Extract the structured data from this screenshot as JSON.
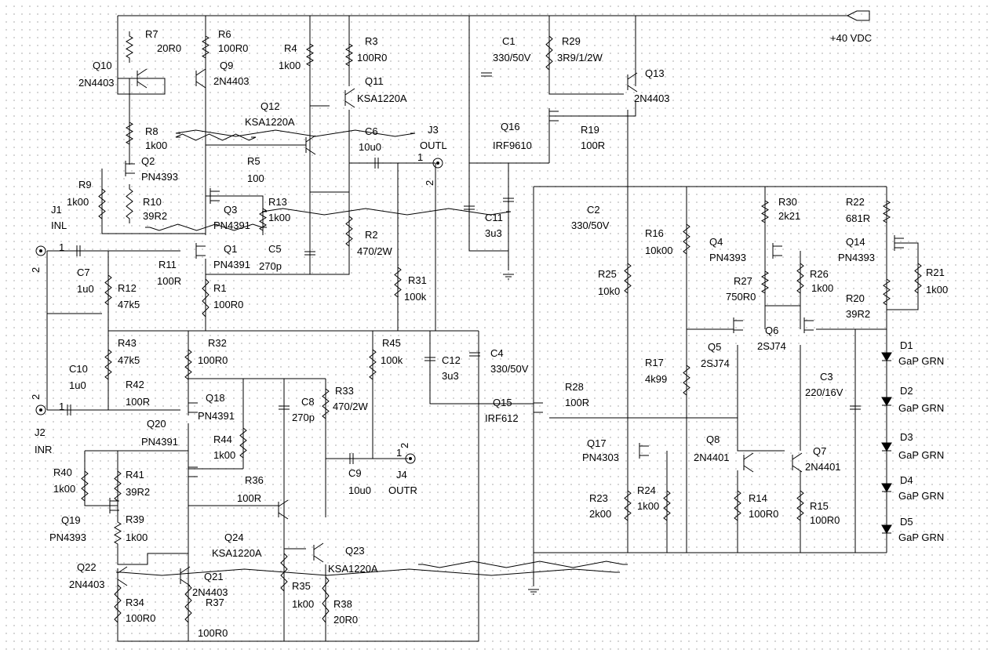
{
  "supply_label": "+40 VDC",
  "components": [
    {
      "ref": "R7",
      "val": "20R0"
    },
    {
      "ref": "R6",
      "val": "100R0"
    },
    {
      "ref": "Q10",
      "val": "2N4403"
    },
    {
      "ref": "Q9",
      "val": "2N4403"
    },
    {
      "ref": "R4",
      "val": "1k00"
    },
    {
      "ref": "R3",
      "val": "100R0"
    },
    {
      "ref": "Q11",
      "val": "KSA1220A"
    },
    {
      "ref": "Q12",
      "val": "KSA1220A"
    },
    {
      "ref": "R8",
      "val": "1k00"
    },
    {
      "ref": "Q2",
      "val": "PN4393"
    },
    {
      "ref": "R5",
      "val": "100"
    },
    {
      "ref": "R9",
      "val": "1k00"
    },
    {
      "ref": "R10",
      "val": "39R2"
    },
    {
      "ref": "R13",
      "val": "1k00"
    },
    {
      "ref": "Q3",
      "val": "PN4391"
    },
    {
      "ref": "C6",
      "val": "10u0"
    },
    {
      "ref": "C5",
      "val": "270p"
    },
    {
      "ref": "R2",
      "val": "470/2W"
    },
    {
      "ref": "Q1",
      "val": "PN4391"
    },
    {
      "ref": "R11",
      "val": "100R"
    },
    {
      "ref": "C7",
      "val": "1u0"
    },
    {
      "ref": "R12",
      "val": "47k5"
    },
    {
      "ref": "R1",
      "val": "100R0"
    },
    {
      "ref": "R31",
      "val": "100k"
    },
    {
      "ref": "R43",
      "val": "47k5"
    },
    {
      "ref": "R32",
      "val": "100R0"
    },
    {
      "ref": "R45",
      "val": "100k"
    },
    {
      "ref": "C10",
      "val": "1u0"
    },
    {
      "ref": "R42",
      "val": "100R"
    },
    {
      "ref": "Q18",
      "val": "PN4391"
    },
    {
      "ref": "C8",
      "val": "270p"
    },
    {
      "ref": "R33",
      "val": "470/2W"
    },
    {
      "ref": "Q20",
      "val": "PN4391"
    },
    {
      "ref": "R44",
      "val": "1k00"
    },
    {
      "ref": "C9",
      "val": "10u0"
    },
    {
      "ref": "R40",
      "val": "1k00"
    },
    {
      "ref": "R41",
      "val": "39R2"
    },
    {
      "ref": "R36",
      "val": "100R"
    },
    {
      "ref": "Q19",
      "val": "PN4393"
    },
    {
      "ref": "R39",
      "val": "1k00"
    },
    {
      "ref": "Q24",
      "val": "KSA1220A"
    },
    {
      "ref": "Q22",
      "val": "2N4403"
    },
    {
      "ref": "Q21",
      "val": "2N4403"
    },
    {
      "ref": "Q23",
      "val": "KSA1220A"
    },
    {
      "ref": "R35",
      "val": "1k00"
    },
    {
      "ref": "R38",
      "val": "20R0"
    },
    {
      "ref": "R34",
      "val": "100R0"
    },
    {
      "ref": "R37",
      "val": "100R0"
    },
    {
      "ref": "C1",
      "val": "330/50V"
    },
    {
      "ref": "R29",
      "val": "3R9/1/2W"
    },
    {
      "ref": "Q13",
      "val": "2N4403"
    },
    {
      "ref": "Q16",
      "val": "IRF9610"
    },
    {
      "ref": "R19",
      "val": "100R"
    },
    {
      "ref": "C11",
      "val": "3u3"
    },
    {
      "ref": "C2",
      "val": "330/50V"
    },
    {
      "ref": "R30",
      "val": "2k21"
    },
    {
      "ref": "R22",
      "val": "681R"
    },
    {
      "ref": "R16",
      "val": "10k00"
    },
    {
      "ref": "Q4",
      "val": "PN4393"
    },
    {
      "ref": "Q14",
      "val": "PN4393"
    },
    {
      "ref": "R25",
      "val": "10k0"
    },
    {
      "ref": "R27",
      "val": "750R0"
    },
    {
      "ref": "R26",
      "val": "1k00"
    },
    {
      "ref": "R21",
      "val": "1k00"
    },
    {
      "ref": "R20",
      "val": "39R2"
    },
    {
      "ref": "C4",
      "val": "330/50V"
    },
    {
      "ref": "C12",
      "val": "3u3"
    },
    {
      "ref": "Q5",
      "val": "2SJ74"
    },
    {
      "ref": "Q6",
      "val": "2SJ74"
    },
    {
      "ref": "R17",
      "val": "4k99"
    },
    {
      "ref": "C3",
      "val": "220/16V"
    },
    {
      "ref": "Q15",
      "val": "IRF612"
    },
    {
      "ref": "R28",
      "val": "100R"
    },
    {
      "ref": "Q17",
      "val": "PN4303"
    },
    {
      "ref": "Q8",
      "val": "2N4401"
    },
    {
      "ref": "Q7",
      "val": "2N4401"
    },
    {
      "ref": "R23",
      "val": "2k00"
    },
    {
      "ref": "R24",
      "val": "1k00"
    },
    {
      "ref": "R14",
      "val": "100R0"
    },
    {
      "ref": "R15",
      "val": "100R0"
    },
    {
      "ref": "D1",
      "val": "GaP GRN"
    },
    {
      "ref": "D2",
      "val": "GaP GRN"
    },
    {
      "ref": "D3",
      "val": "GaP GRN"
    },
    {
      "ref": "D4",
      "val": "GaP GRN"
    },
    {
      "ref": "D5",
      "val": "GaP GRN"
    }
  ],
  "connectors": [
    {
      "ref": "J1",
      "name": "INL"
    },
    {
      "ref": "J2",
      "name": "INR"
    },
    {
      "ref": "J3",
      "name": "OUTL"
    },
    {
      "ref": "J4",
      "name": "OUTR"
    }
  ],
  "pin_numbers": [
    "1",
    "2",
    "1",
    "2",
    "1",
    "2",
    "1",
    "2"
  ]
}
